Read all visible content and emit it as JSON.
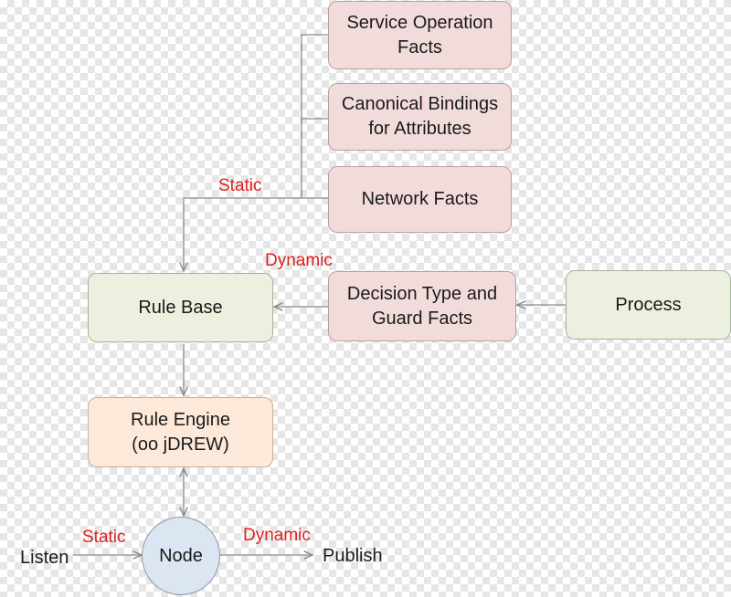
{
  "boxes": {
    "service_operation_facts": "Service Operation\nFacts",
    "canonical_bindings": "Canonical Bindings\nfor Attributes",
    "network_facts": "Network Facts",
    "decision_type_guard": "Decision Type and\nGuard Facts",
    "process": "Process",
    "rule_base": "Rule Base",
    "rule_engine": "Rule Engine\n(oo jDREW)",
    "node": "Node"
  },
  "labels": {
    "static_top": "Static",
    "dynamic_mid": "Dynamic",
    "static_bottom": "Static",
    "dynamic_bottom": "Dynamic"
  },
  "terminals": {
    "listen": "Listen",
    "publish": "Publish"
  },
  "colors": {
    "line": "#8c8c8c",
    "label_red": "#e02020",
    "pink_fill": "#f2dcdb",
    "green_fill": "#ebf1de",
    "peach_fill": "#fde9d9",
    "node_fill": "#dce6f2"
  }
}
